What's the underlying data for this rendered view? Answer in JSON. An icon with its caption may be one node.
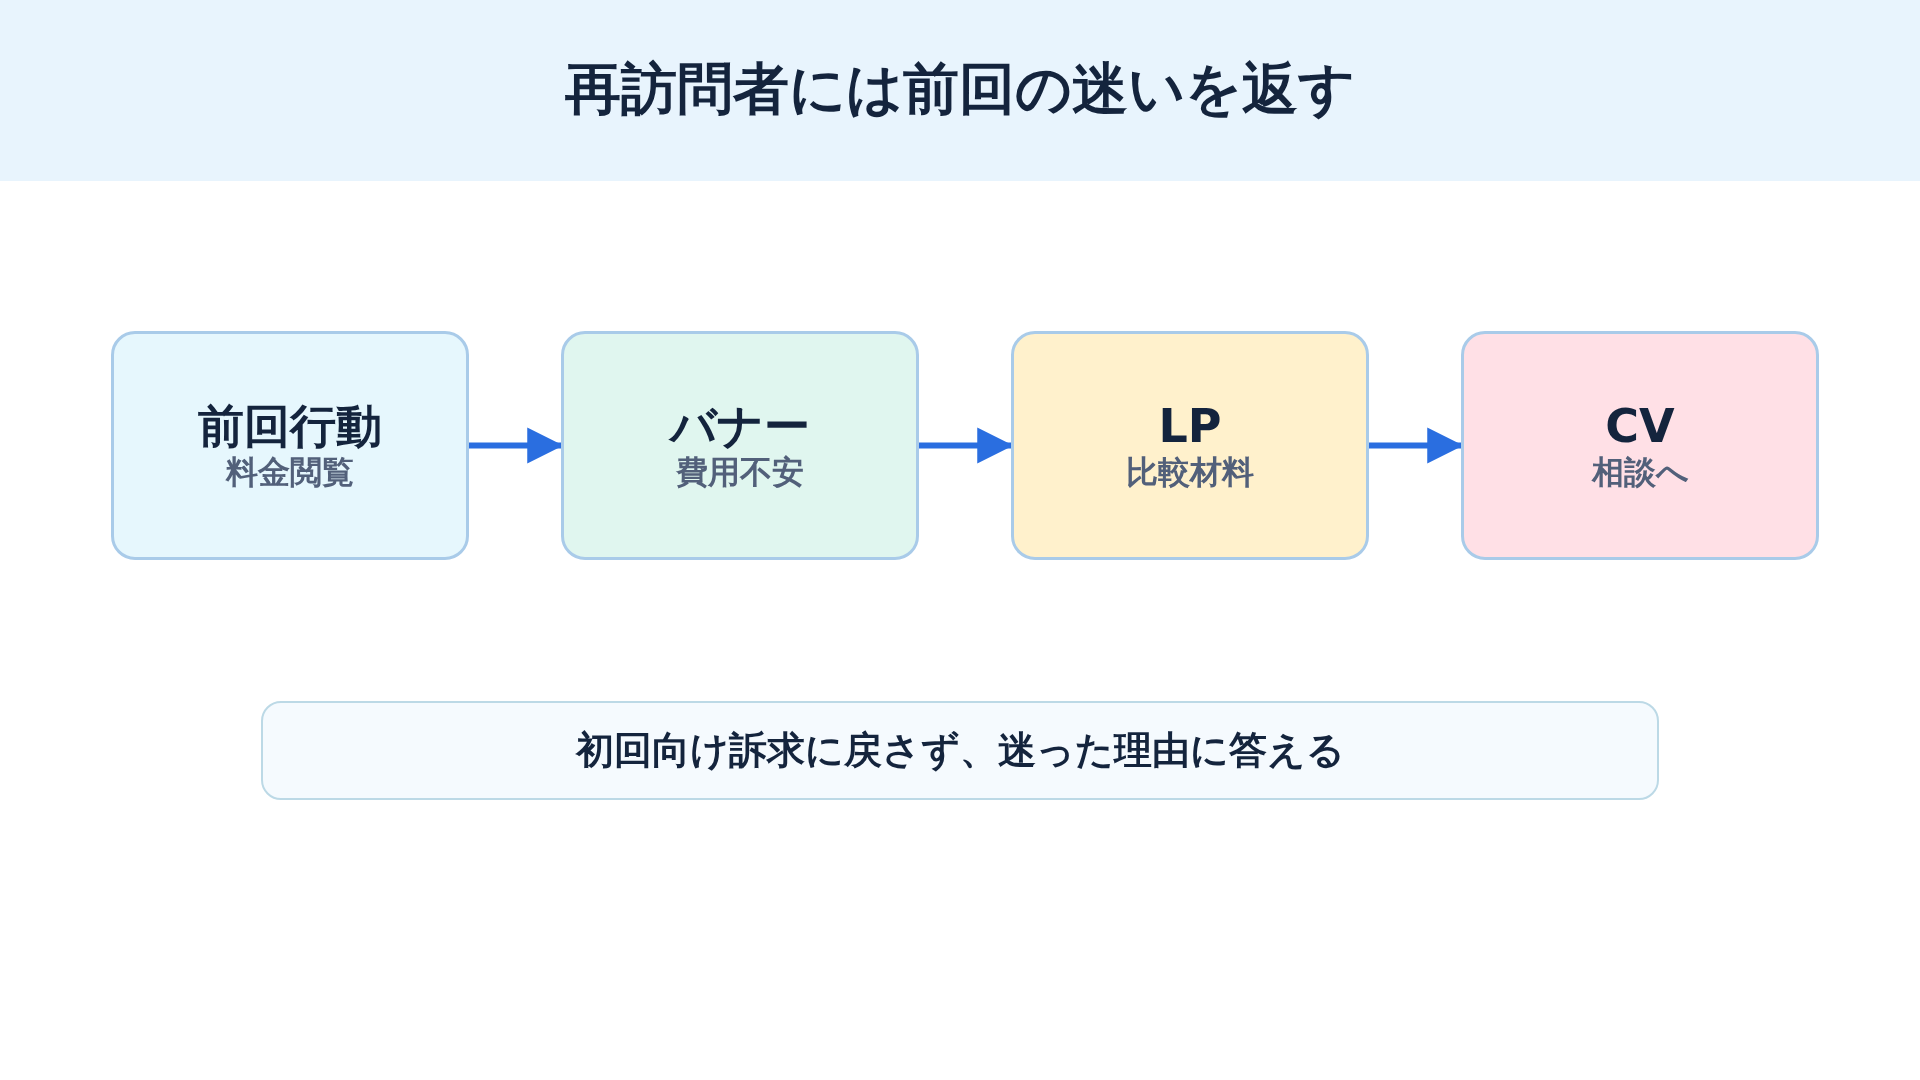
{
  "diagram": {
    "title": "再訪問者には前回の迷いを返す",
    "nodes": [
      {
        "text": [
          "前回行動",
          "料金閲覧"
        ]
      },
      {
        "text": [
          "バナー",
          "費用不安"
        ]
      },
      {
        "text": [
          "LP",
          "比較材料"
        ]
      },
      {
        "text": [
          "CV",
          "相談へ"
        ]
      },
      {
        "text": [
          "初回向け訴求に戻さず、迷った理由に答える"
        ]
      }
    ],
    "edges": [
      {
        "from": 0,
        "to": 1,
        "arrow": "to"
      },
      {
        "from": 1,
        "to": 2,
        "arrow": "to"
      },
      {
        "from": 2,
        "to": 3,
        "arrow": "to"
      }
    ]
  }
}
